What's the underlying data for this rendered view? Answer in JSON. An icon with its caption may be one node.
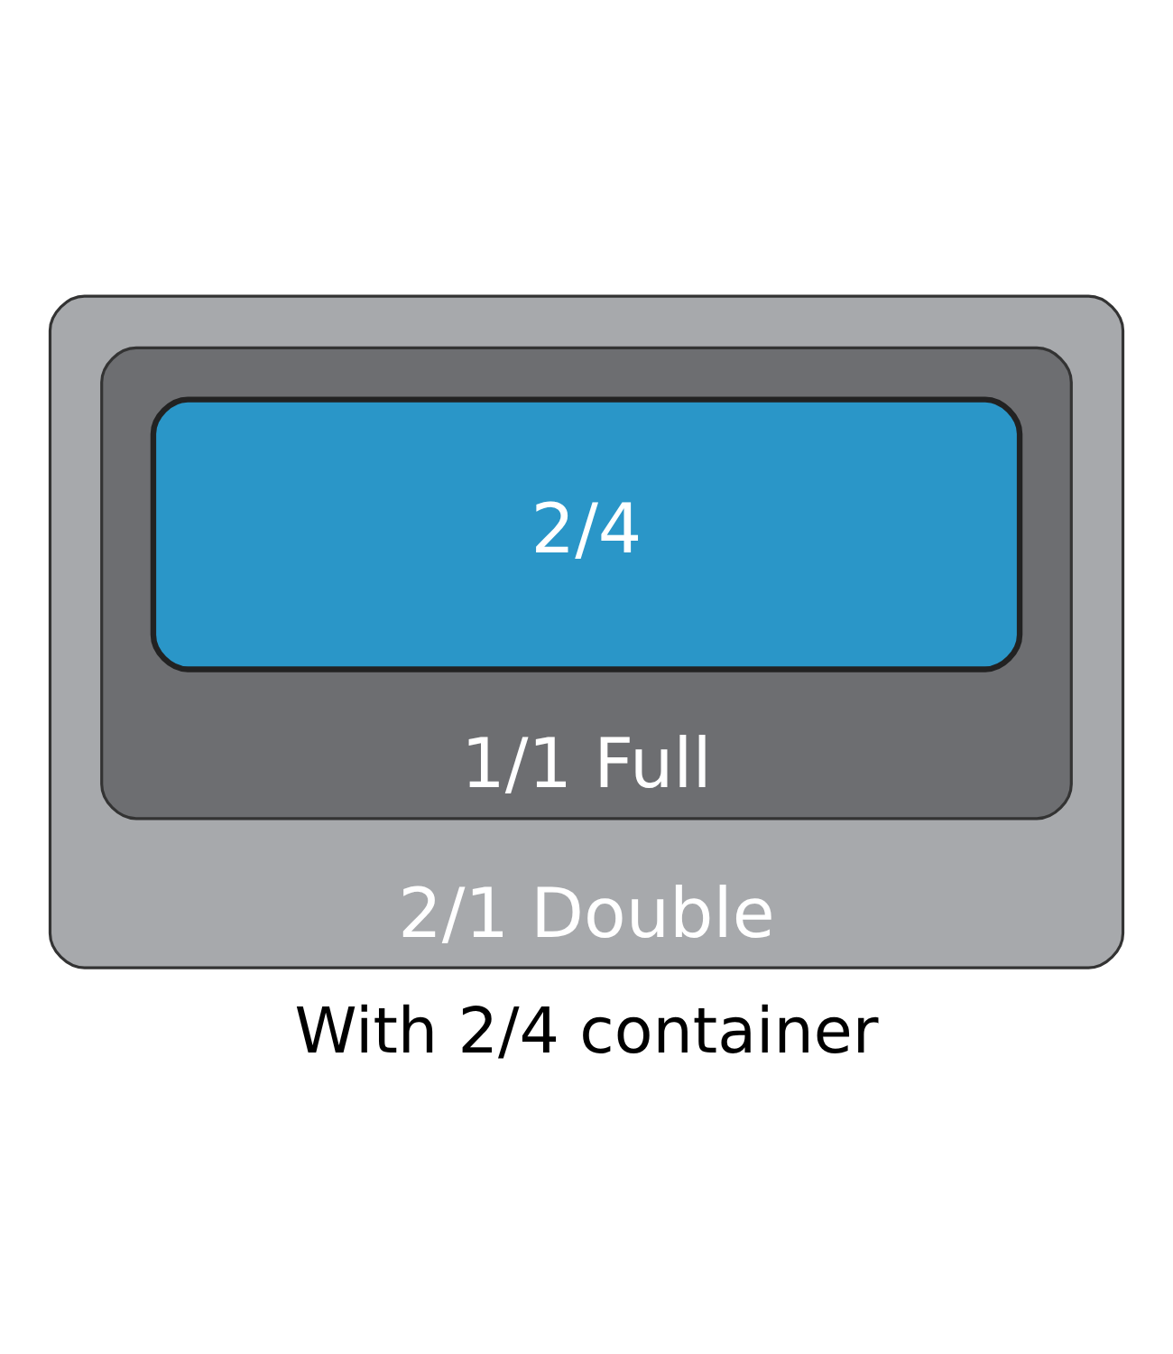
{
  "diagram": {
    "caption": "With 2/4 container",
    "nodes": [
      {
        "text": [
          "2/1 Double"
        ]
      },
      {
        "text": [
          "1/1 Full"
        ],
        "in": 0
      },
      {
        "text": [
          "2/4"
        ],
        "in": 1
      }
    ],
    "edges": []
  }
}
